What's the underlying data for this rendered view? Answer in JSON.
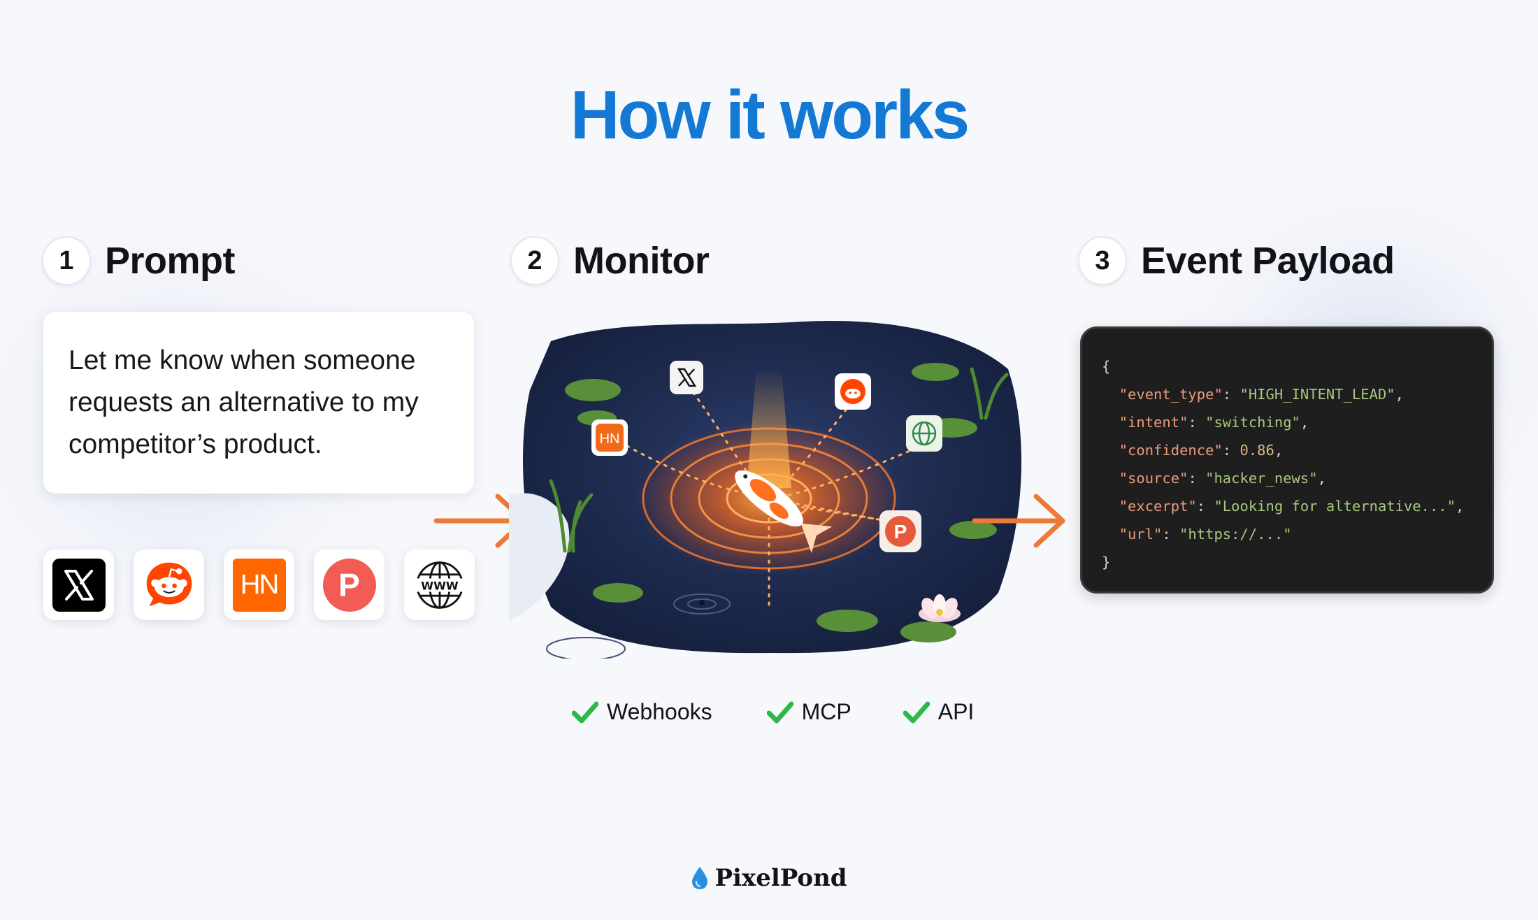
{
  "title": "How it works",
  "steps": [
    {
      "number": "1",
      "label": "Prompt"
    },
    {
      "number": "2",
      "label": "Monitor"
    },
    {
      "number": "3",
      "label": "Event Payload"
    }
  ],
  "prompt": {
    "lines": [
      "Let me know when someone",
      "requests an alternative to my",
      "competitor’s product."
    ]
  },
  "sources": [
    {
      "icon": "x-logo-icon",
      "label": "X"
    },
    {
      "icon": "reddit-logo-icon",
      "label": "Reddit"
    },
    {
      "icon": "hacker-news-logo-icon",
      "label": "HN"
    },
    {
      "icon": "product-hunt-logo-icon",
      "label": "P"
    },
    {
      "icon": "www-globe-icon",
      "label": "WWW"
    }
  ],
  "monitor": {
    "illustration": "koi-pond-illustration",
    "badges": [
      "HN",
      "P"
    ]
  },
  "integrations": [
    "Webhooks",
    "MCP",
    "API"
  ],
  "payload": {
    "open": "{",
    "close": "}",
    "fields": [
      {
        "key": "\"event_type\"",
        "value": "\"HIGH_INTENT_LEAD\"",
        "kind": "string"
      },
      {
        "key": "\"intent\"",
        "value": "\"switching\"",
        "kind": "string"
      },
      {
        "key": "\"confidence\"",
        "value": "0.86",
        "kind": "number"
      },
      {
        "key": "\"source\"",
        "value": "\"hacker_news\"",
        "kind": "string"
      },
      {
        "key": "\"excerpt\"",
        "value": "\"Looking for alternative...\"",
        "kind": "string"
      },
      {
        "key": "\"url\"",
        "value": "\"https://...\"",
        "kind": "string",
        "last": true
      }
    ]
  },
  "brand": {
    "name": "PixelPond",
    "icon": "water-drop-icon"
  },
  "colors": {
    "accent": "#1379d4",
    "arrow": "#ea7a35",
    "check": "#2fb84a",
    "code_bg": "#1e1e1e"
  }
}
